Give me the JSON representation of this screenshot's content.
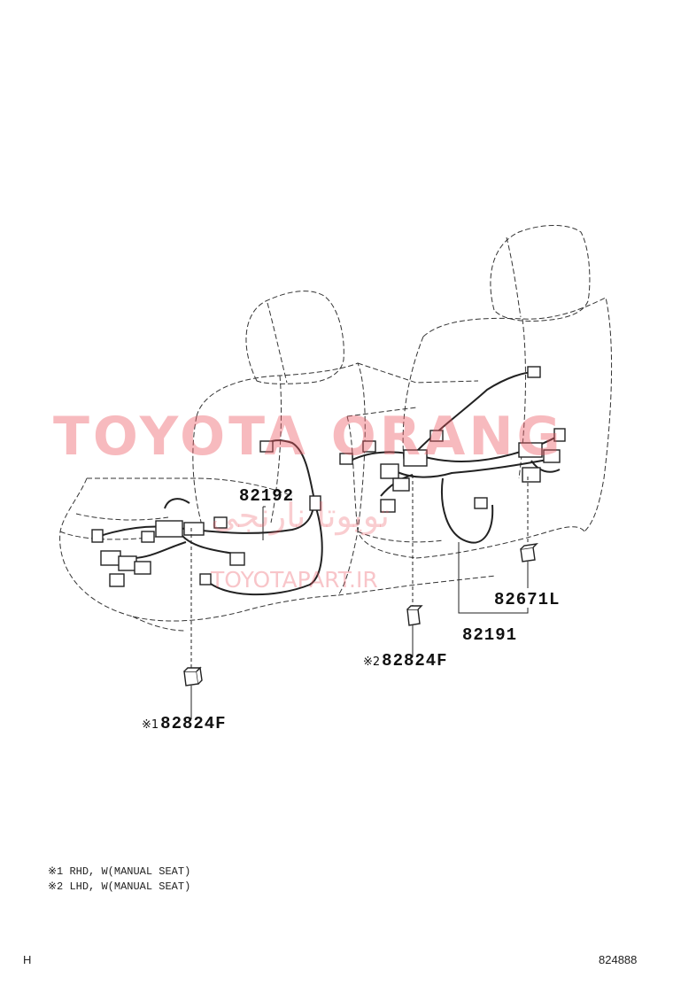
{
  "parts": {
    "p82192": "82192",
    "p82671L": "82671L",
    "p82191": "82191",
    "p82824F_2": "82824F",
    "p82824F_1": "82824F",
    "mark1": "※1",
    "mark2": "※2"
  },
  "watermark": {
    "brand": "TOYOTA ORANG",
    "persian": "تویوتا نارنجی",
    "url": "TOYOTAPART.IR",
    "color": "#eb5a64"
  },
  "notes": [
    "※1 RHD, W(MANUAL SEAT)",
    "※2 LHD, W(MANUAL SEAT)"
  ],
  "footer": {
    "left": "H",
    "right": "824888"
  }
}
